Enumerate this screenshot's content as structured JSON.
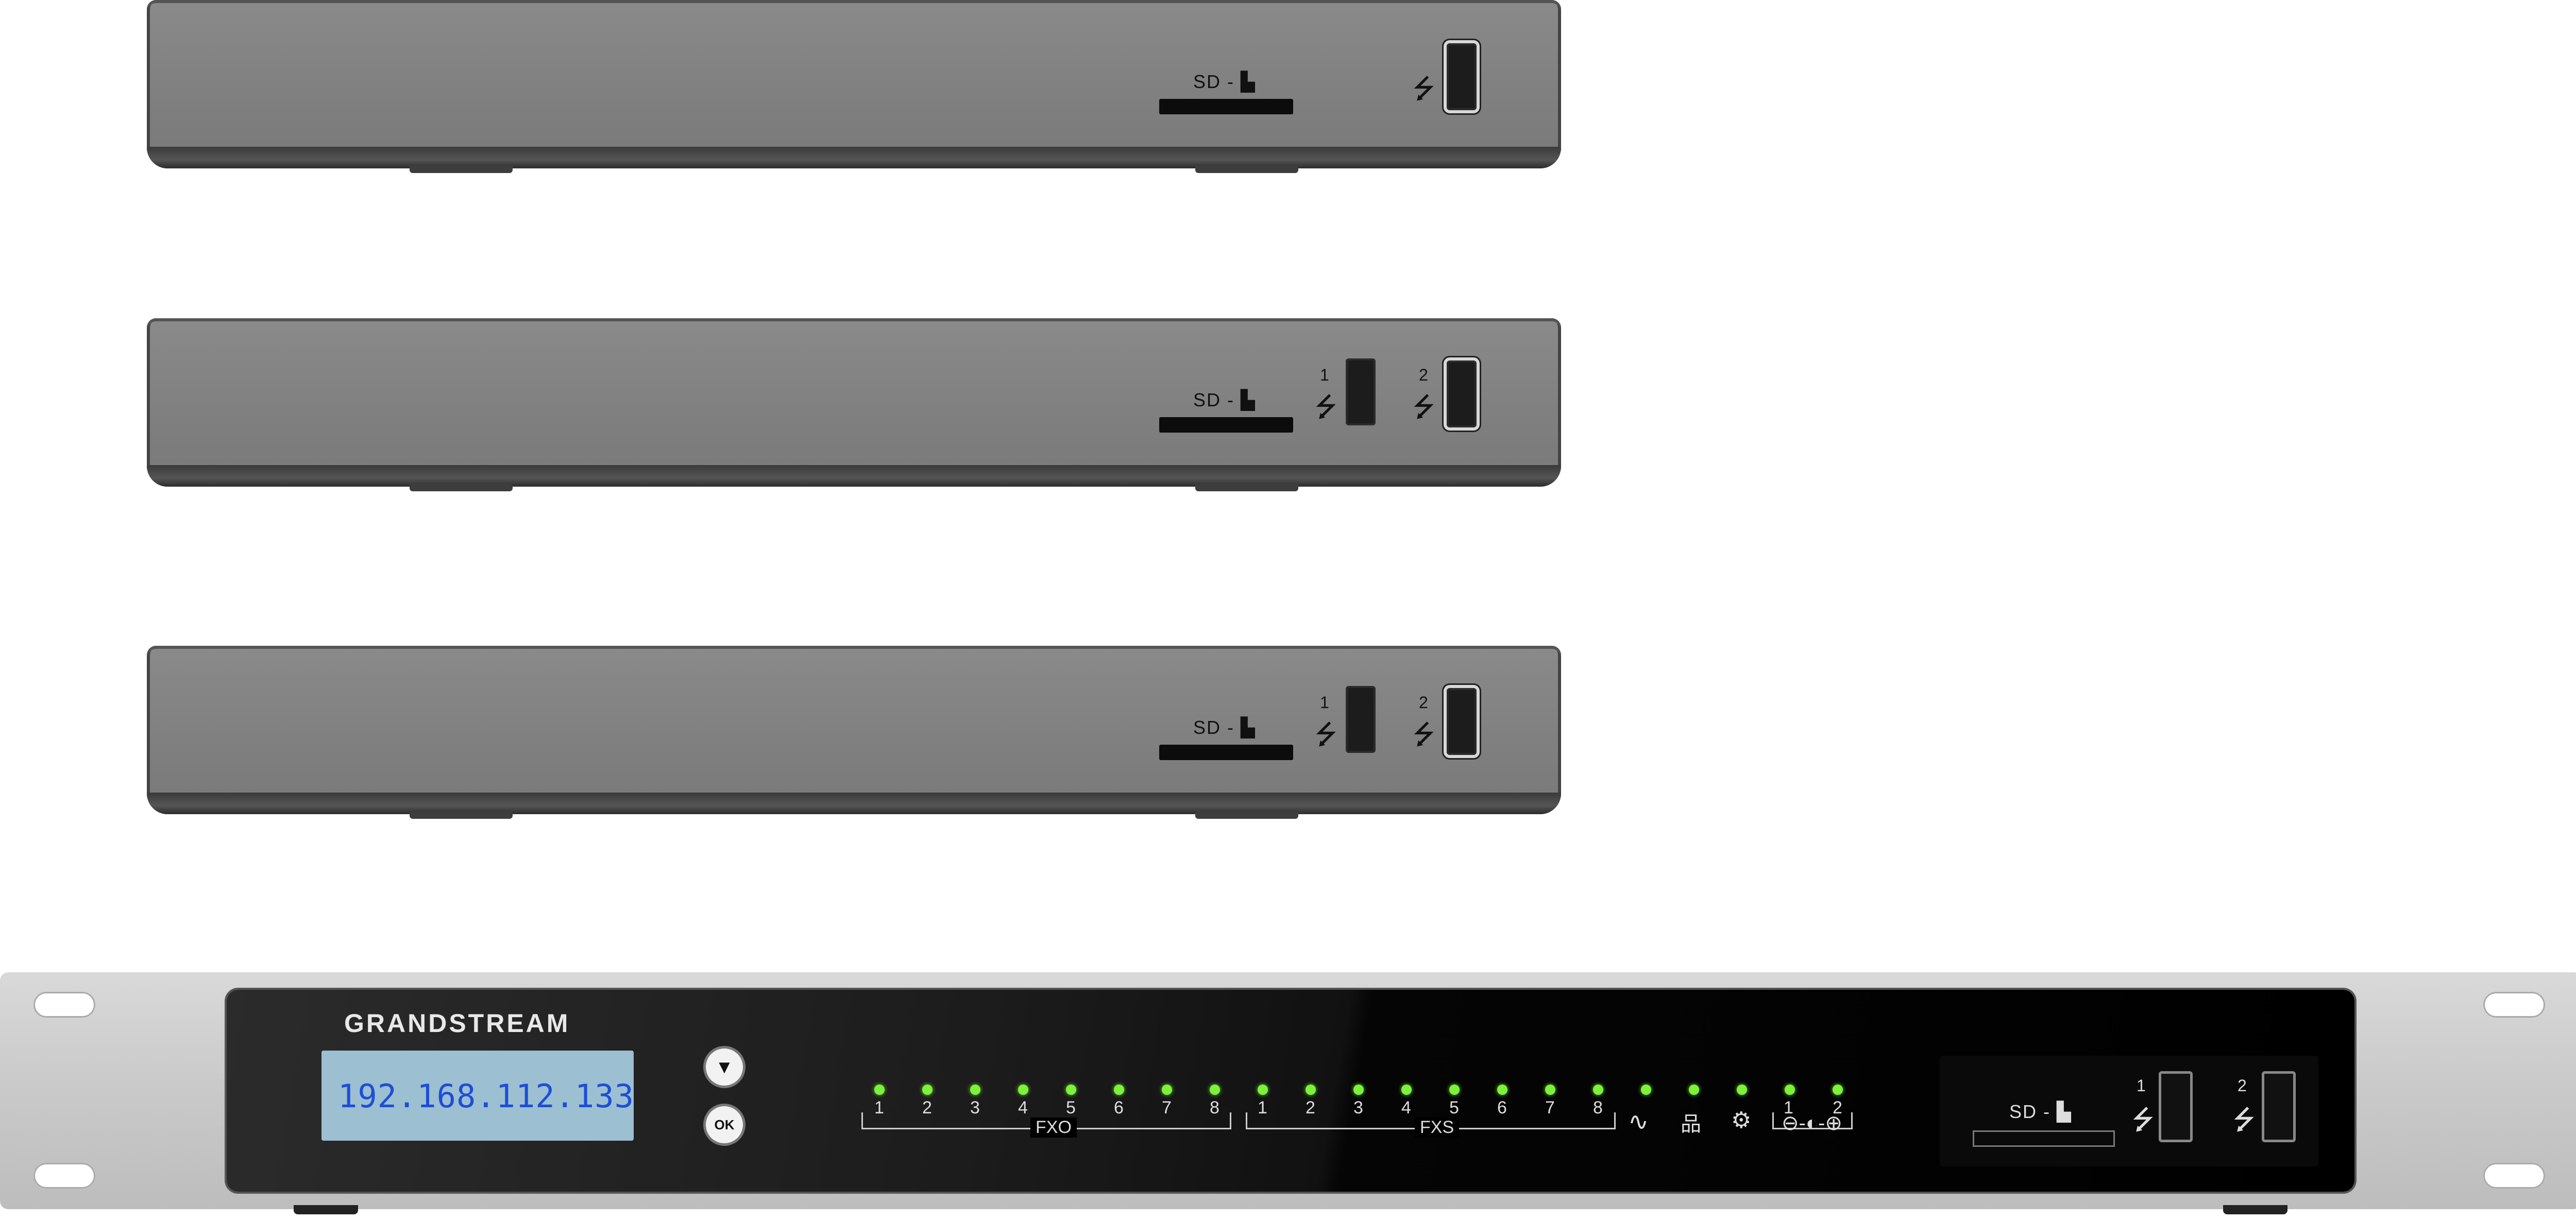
{
  "desktop_units": [
    {
      "sd_label": "SD - ▙",
      "usb_ports": [
        {
          "number": ""
        }
      ]
    },
    {
      "sd_label": "SD - ▙",
      "usb_ports": [
        {
          "number": "1"
        },
        {
          "number": "2"
        }
      ]
    },
    {
      "sd_label": "SD - ▙",
      "usb_ports": [
        {
          "number": "1"
        },
        {
          "number": "2"
        }
      ]
    }
  ],
  "rack_unit": {
    "brand": "GRANDSTREAM",
    "lcd_text": "192.168.112.133",
    "buttons": {
      "down": "▼",
      "ok": "OK"
    },
    "fxo": {
      "label": "FXO",
      "ports": [
        "1",
        "2",
        "3",
        "4",
        "5",
        "6",
        "7",
        "8"
      ]
    },
    "fxs": {
      "label": "FXS",
      "ports": [
        "1",
        "2",
        "3",
        "4",
        "5",
        "6",
        "7",
        "8"
      ]
    },
    "status_icons": {
      "activity": "∿",
      "network": "品",
      "settings": "⚙"
    },
    "power_ports": [
      "1",
      "2"
    ],
    "sd_label": "SD - ▙",
    "usb_ports": [
      "1",
      "2"
    ],
    "led_color": "#7df23a"
  },
  "icons": {
    "usb": "⭍"
  }
}
